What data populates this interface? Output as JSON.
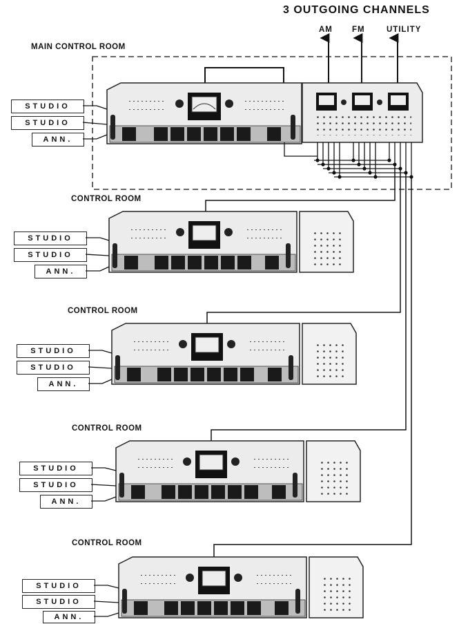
{
  "title": "3 OUTGOING CHANNELS",
  "channels": [
    "AM",
    "FM",
    "UTILITY"
  ],
  "main_label": "MAIN CONTROL ROOM",
  "room_label": "CONTROL ROOM",
  "inputs": [
    "STUDIO",
    "STUDIO",
    "ANN."
  ]
}
